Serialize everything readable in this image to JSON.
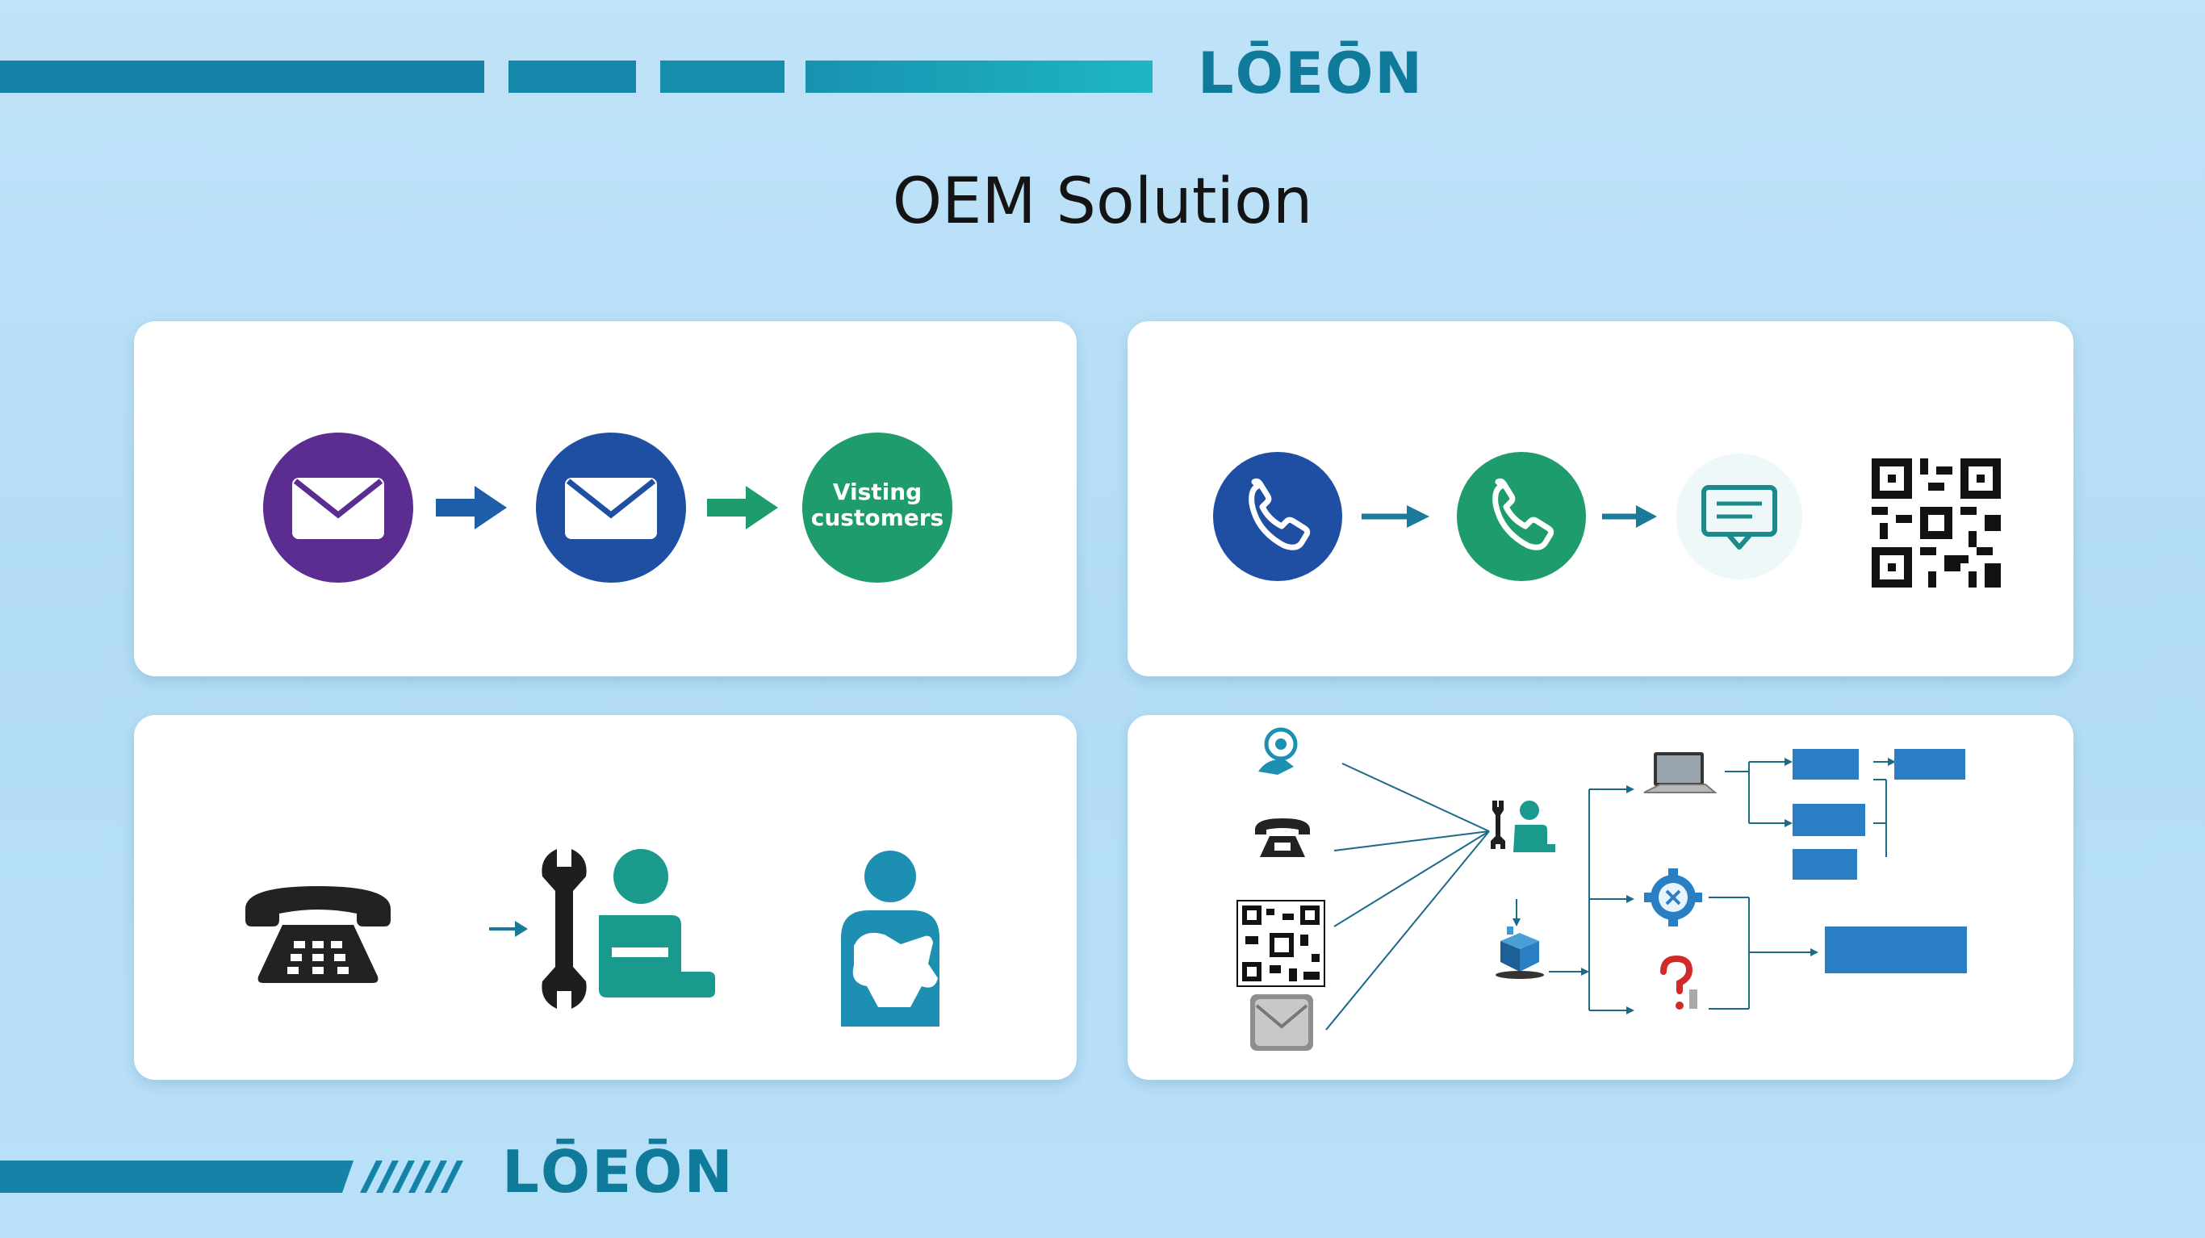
{
  "brand": {
    "logo_top": "LŌEŌN",
    "logo_bottom": "LŌEŌN"
  },
  "page": {
    "title": "OEM Solution"
  },
  "panels": {
    "email_flow": {
      "step3_label": "Visting customers"
    },
    "phone_flow": {},
    "support_flow": {},
    "process_flow": {}
  },
  "colors": {
    "accent": "#0f7a99",
    "purple": "#5c2d91",
    "blue": "#1f4fa3",
    "green": "#1e9c6b",
    "teal": "#1a9a8c",
    "diagram_box": "#2a7ec4"
  }
}
